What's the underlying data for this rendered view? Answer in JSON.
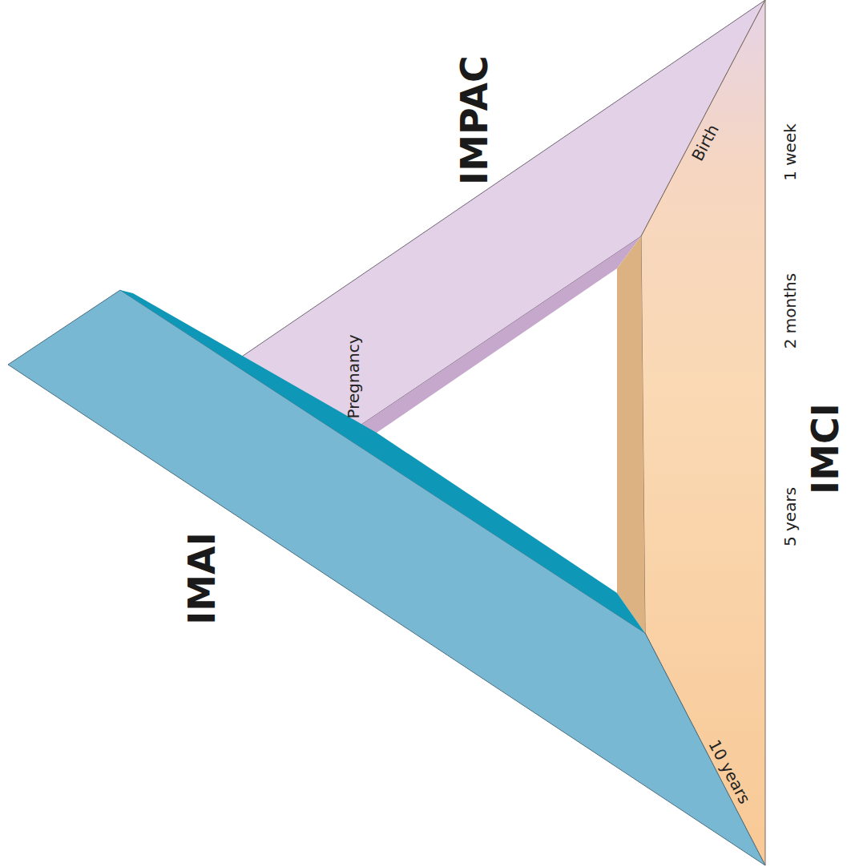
{
  "diagram": {
    "nodes": [
      {
        "text": [
          "IMAI"
        ]
      },
      {
        "text": [
          "IMPAC",
          "Pregnancy",
          "Birth"
        ]
      },
      {
        "text": [
          "IMCI",
          "10 years"
        ]
      }
    ],
    "labels": [
      "1 week",
      "2 months",
      "5 years"
    ]
  }
}
